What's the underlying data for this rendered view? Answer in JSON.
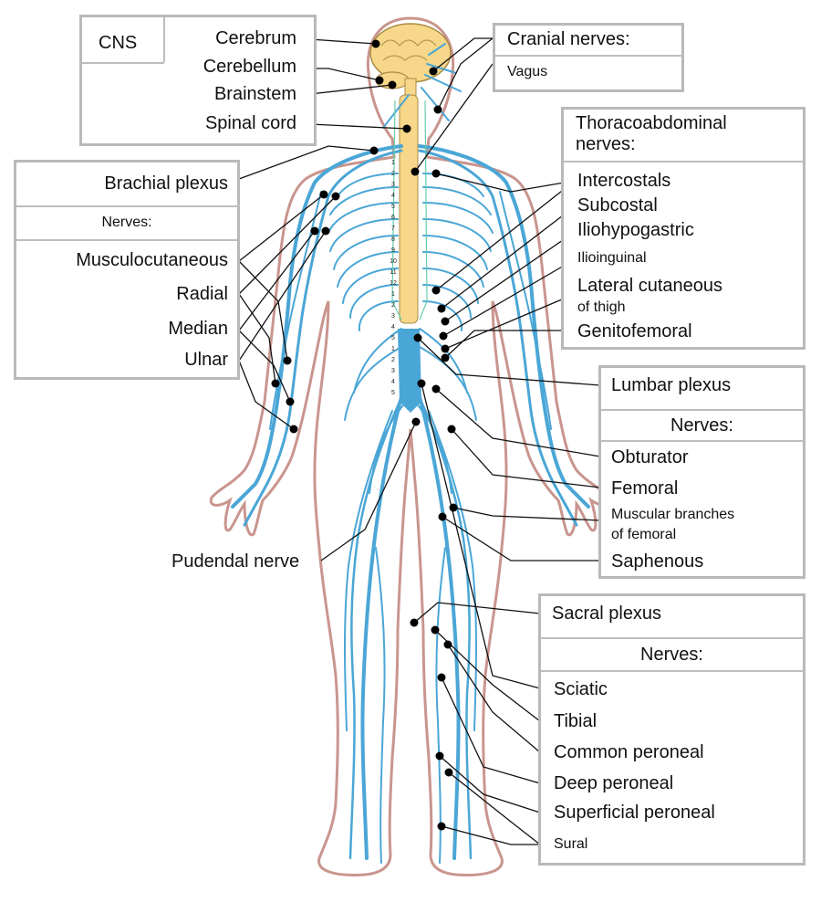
{
  "cns": {
    "title": "CNS",
    "items": [
      "Cerebrum",
      "Cerebellum",
      "Brainstem",
      "Spinal cord"
    ]
  },
  "cranial": {
    "title": "Cranial nerves:",
    "items": [
      "Vagus"
    ]
  },
  "brachial": {
    "title": "Brachial plexus",
    "subtitle": "Nerves:",
    "items": [
      "Musculocutaneous",
      "Radial",
      "Median",
      "Ulnar"
    ]
  },
  "thoracoabdominal": {
    "title_line1": "Thoracoabdominal",
    "title_line2": "nerves:",
    "items": [
      "Intercostals",
      "Subcostal",
      "Iliohypogastric",
      "Ilioinguinal"
    ],
    "lateral_line1": "Lateral cutaneous",
    "lateral_line2": "of thigh",
    "genitofemoral": "Genitofemoral"
  },
  "lumbar": {
    "title": "Lumbar plexus",
    "subtitle": "Nerves:",
    "items": [
      "Obturator",
      "Femoral"
    ],
    "muscular_line1": "Muscular branches",
    "muscular_line2": "of femoral",
    "saphenous": "Saphenous"
  },
  "pudendal": "Pudendal nerve",
  "sacral": {
    "title": "Sacral plexus",
    "subtitle": "Nerves:",
    "items": [
      "Sciatic",
      "Tibial",
      "Common peroneal",
      "Deep peroneal",
      "Superficial peroneal",
      "Sural"
    ]
  },
  "vertebra_labels": [
    "1",
    "2",
    "3",
    "4",
    "5",
    "6",
    "7",
    "8",
    "9",
    "10",
    "11",
    "12",
    "1",
    "2",
    "3",
    "4",
    "5",
    "1",
    "2",
    "3",
    "4",
    "5"
  ],
  "colors": {
    "nerve": "#4aa6d6",
    "outline": "#c9958e",
    "brain": "#f7d78a",
    "box_border": "#b9b9b9"
  }
}
